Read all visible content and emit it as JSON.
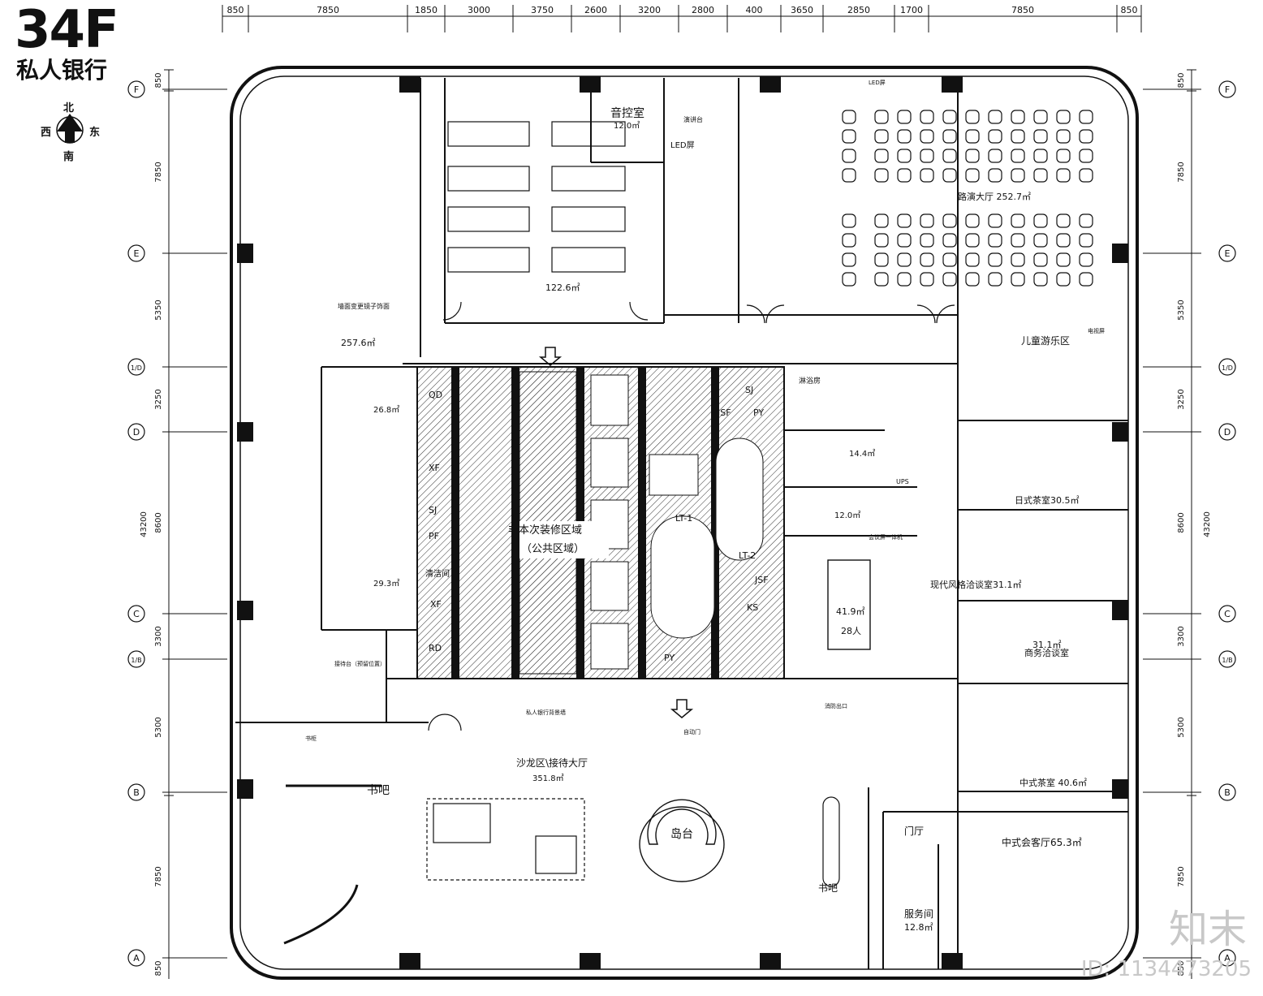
{
  "header": {
    "floor": "34F",
    "name": "私人银行"
  },
  "compass": {
    "north": "北",
    "south": "南",
    "east": "东",
    "west": "西"
  },
  "dims_top": [
    "850",
    "7850",
    "1850",
    "3000",
    "3750",
    "2600",
    "3200",
    "2800",
    "400",
    "3650",
    "2850",
    "1700",
    "7850",
    "850"
  ],
  "dims_side_left": [
    "850",
    "7850",
    "5350",
    "3250",
    "8600",
    "3300",
    "5300",
    "7850",
    "850"
  ],
  "dim_total": "43200",
  "axes": [
    "F",
    "E",
    "1/D",
    "D",
    "C",
    "1/B",
    "B",
    "A"
  ],
  "rooms": {
    "control": "音控室",
    "control_area": "12.0㎡",
    "led": "LED屏",
    "podium": "演讲台",
    "roadshow": "路演大厅  252.7㎡",
    "office_area": "122.6㎡",
    "gym_area": "257.6㎡",
    "mirror_note": "墙面变更镜子饰面",
    "kids": "儿童游乐区",
    "tv_wall": "电视屏",
    "bath": "淋浴房",
    "sub1": "14.4㎡",
    "sub2": "12.0㎡",
    "ups": "UPS",
    "meeting_main": "41.9㎡",
    "meeting_seats": "28人",
    "japan": "日式茶室30.5㎡",
    "modern": "现代风格洽谈室31.1㎡",
    "biz_area": "31.1㎡",
    "biz": "商务洽谈室",
    "chinese_tea": "中式茶室 40.6㎡",
    "salon": "沙龙区\\接待大厅",
    "salon_area": "351.8㎡",
    "island": "岛台",
    "bookbar": "书吧",
    "bookbar2": "书吧",
    "foyer": "门厅",
    "service": "服务间",
    "service_area": "12.8㎡",
    "lounge": "中式会客厅65.3㎡",
    "locker1": "26.8㎡",
    "locker2": "29.3㎡",
    "cleaning": "清洁间",
    "reception_reserve": "接待台（预留位置）",
    "backdrop": "私人银行背景墙",
    "auto_door": "自动门",
    "fire_exit": "消防出口",
    "core_note": "非本次装修区域",
    "core_note2": "（公共区域）",
    "meeting_tv": "会议屏一体机",
    "shelf": "书柜",
    "led2": "LED屏"
  },
  "core_labels": [
    "QD",
    "XF",
    "SJ",
    "PF",
    "XF",
    "RD",
    "SJ",
    "JSF",
    "PY",
    "KS",
    "PY",
    "JSF",
    "LT-1",
    "LT-2"
  ],
  "watermark": "知末",
  "watermark_id": "ID: 1134473205"
}
